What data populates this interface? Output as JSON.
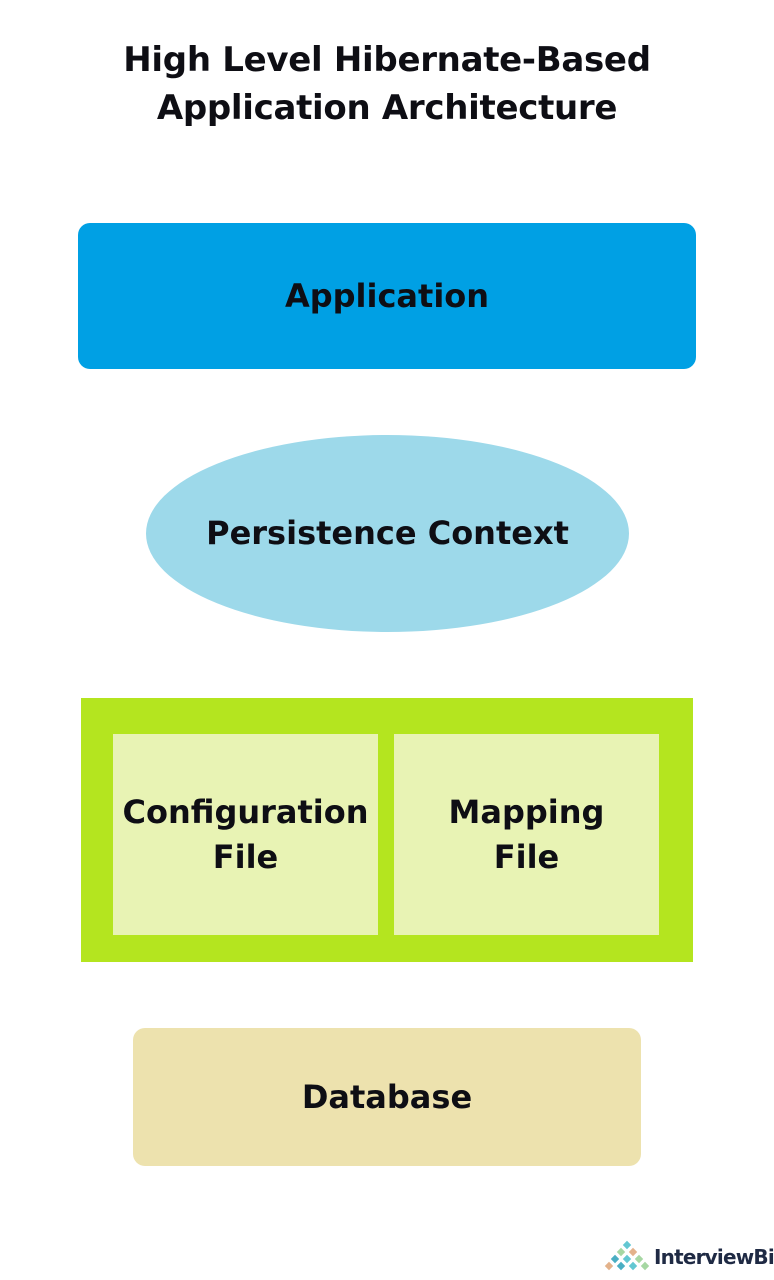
{
  "title": {
    "line1": "High Level Hibernate-Based",
    "line2": "Application Architecture"
  },
  "nodes": {
    "application": {
      "label": "Application",
      "color": "#00a0e4"
    },
    "persistence_context": {
      "label": "Persistence Context",
      "color": "#9dd9ea"
    },
    "configuration_group": {
      "color": "#b4e51f",
      "inner_color": "#e8f3b4"
    },
    "configuration_file": {
      "line1": "Configuration",
      "line2": "File"
    },
    "mapping_file": {
      "line1": "Mapping",
      "line2": "File"
    },
    "database": {
      "label": "Database",
      "color": "#ede2ae"
    }
  },
  "brand": {
    "name": "InterviewBit",
    "logo_icon": "interviewbit-logo-icon",
    "colors": [
      "#63c7d2",
      "#a6d7a3",
      "#e3b28b",
      "#4aaec3"
    ]
  }
}
